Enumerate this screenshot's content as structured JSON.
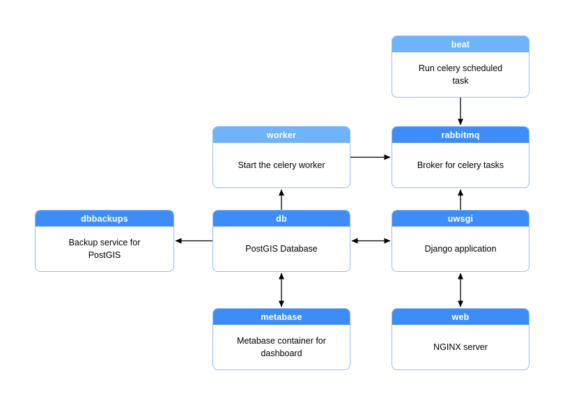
{
  "colors": {
    "header_light_blue": "#6fb3fa",
    "header_dark_blue": "#3e8df6",
    "node_border": "#93bdee",
    "node_background": "#ffffff",
    "title_text": "#ffffff",
    "body_text": "#000000",
    "arrow": "#000000",
    "page_background": "#ffffff"
  },
  "nodes": {
    "beat": {
      "title": "beat",
      "body": "Run celery scheduled task",
      "header_color": "light"
    },
    "worker": {
      "title": "worker",
      "body": "Start the celery worker",
      "header_color": "light"
    },
    "rabbitmq": {
      "title": "rabbitmq",
      "body": "Broker for celery tasks",
      "header_color": "dark"
    },
    "dbbackups": {
      "title": "dbbackups",
      "body": "Backup service for PostGIS",
      "header_color": "dark"
    },
    "db": {
      "title": "db",
      "body": "PostGIS Database",
      "header_color": "dark"
    },
    "uwsgi": {
      "title": "uwsgi",
      "body": "Django application",
      "header_color": "dark"
    },
    "metabase": {
      "title": "metabase",
      "body": "Metabase container for dashboard",
      "header_color": "dark"
    },
    "web": {
      "title": "web",
      "body": "NGINX server",
      "header_color": "dark"
    }
  },
  "edges": [
    {
      "from": "beat",
      "to": "rabbitmq",
      "direction": "one-way"
    },
    {
      "from": "worker",
      "to": "rabbitmq",
      "direction": "one-way"
    },
    {
      "from": "db",
      "to": "worker",
      "direction": "one-way"
    },
    {
      "from": "uwsgi",
      "to": "rabbitmq",
      "direction": "one-way"
    },
    {
      "from": "db",
      "to": "dbbackups",
      "direction": "one-way"
    },
    {
      "from": "db",
      "to": "uwsgi",
      "direction": "two-way"
    },
    {
      "from": "db",
      "to": "metabase",
      "direction": "two-way"
    },
    {
      "from": "uwsgi",
      "to": "web",
      "direction": "two-way"
    }
  ]
}
